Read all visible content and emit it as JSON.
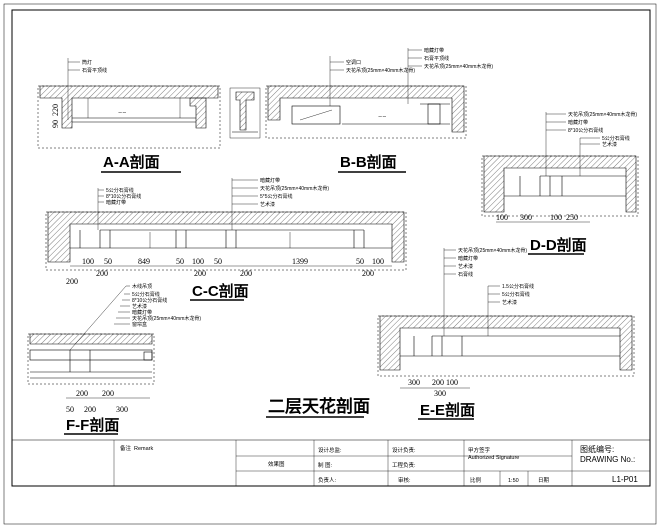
{
  "drawing_title": "二层天花剖面",
  "sections": {
    "aa": {
      "title": "A-A剖面",
      "callouts": [
        "筒灯",
        "石膏平顶线"
      ],
      "dims_v": [
        "220",
        "90"
      ]
    },
    "bb": {
      "title": "B-B剖面",
      "callouts": [
        "空调口",
        "暗藏灯带",
        "天花吊顶(25mm×40mm木龙骨)",
        "石膏平顶线",
        "天花吊顶(25mm×40mm木龙骨)"
      ]
    },
    "cc": {
      "title": "C-C剖面",
      "callouts": [
        "暗藏灯带",
        "天花吊顶(25mm×40mm木龙骨)",
        "5公分石膏线",
        "8*10公分石膏线",
        "暗藏灯带",
        "5*5公分石膏线",
        "艺术漆"
      ],
      "dims_row1": [
        "100",
        "50",
        "849",
        "50",
        "100",
        "50",
        "1399",
        "50",
        "100"
      ],
      "dims_row2": [
        "200",
        "200",
        "200",
        "200"
      ],
      "dims_row3": [
        "200"
      ]
    },
    "dd": {
      "title": "D-D剖面",
      "callouts": [
        "天花吊顶(25mm×40mm木龙骨)",
        "暗藏灯带",
        "8*10公分石膏线",
        "5公分石膏线",
        "艺术漆"
      ],
      "dims": [
        "100",
        "300",
        "100",
        "250"
      ]
    },
    "ee": {
      "title": "E-E剖面",
      "callouts": [
        "天花吊顶(25mm×40mm木龙骨)",
        "暗藏灯带",
        "艺术漆",
        "石膏线",
        "1.5公分石膏线",
        "5公分石膏线",
        "艺术漆"
      ],
      "dims": [
        "300",
        "200",
        "100",
        "300"
      ]
    },
    "ff": {
      "title": "F-F剖面",
      "callouts": [
        "木线吊顶",
        "5公分石膏线",
        "8*10公分石膏线",
        "艺术漆",
        "暗藏灯带",
        "天花吊顶(25mm×40mm木龙骨)",
        "窗帘盒"
      ],
      "dims_row1": [
        "200",
        "200"
      ],
      "dims_row2": [
        "50",
        "200",
        "300"
      ]
    }
  },
  "title_block": {
    "notes_label": "备注",
    "notes_label_en": "Remark",
    "project_design": "设计总监:",
    "design_by": "设计负责:",
    "owner": "甲方签字",
    "owner_en": "Authorized Signature",
    "drawing_no_label": "图纸编号:",
    "drawing_no_en": "DRAWING No.:",
    "project_name": "效果图",
    "drawn": "制  图:",
    "engineer": "工程负责:",
    "person": "负责人:",
    "checked": "审核:",
    "scale": "比例",
    "scale_value": "1:50",
    "date": "日期",
    "drawing_no": "L1-P01"
  }
}
